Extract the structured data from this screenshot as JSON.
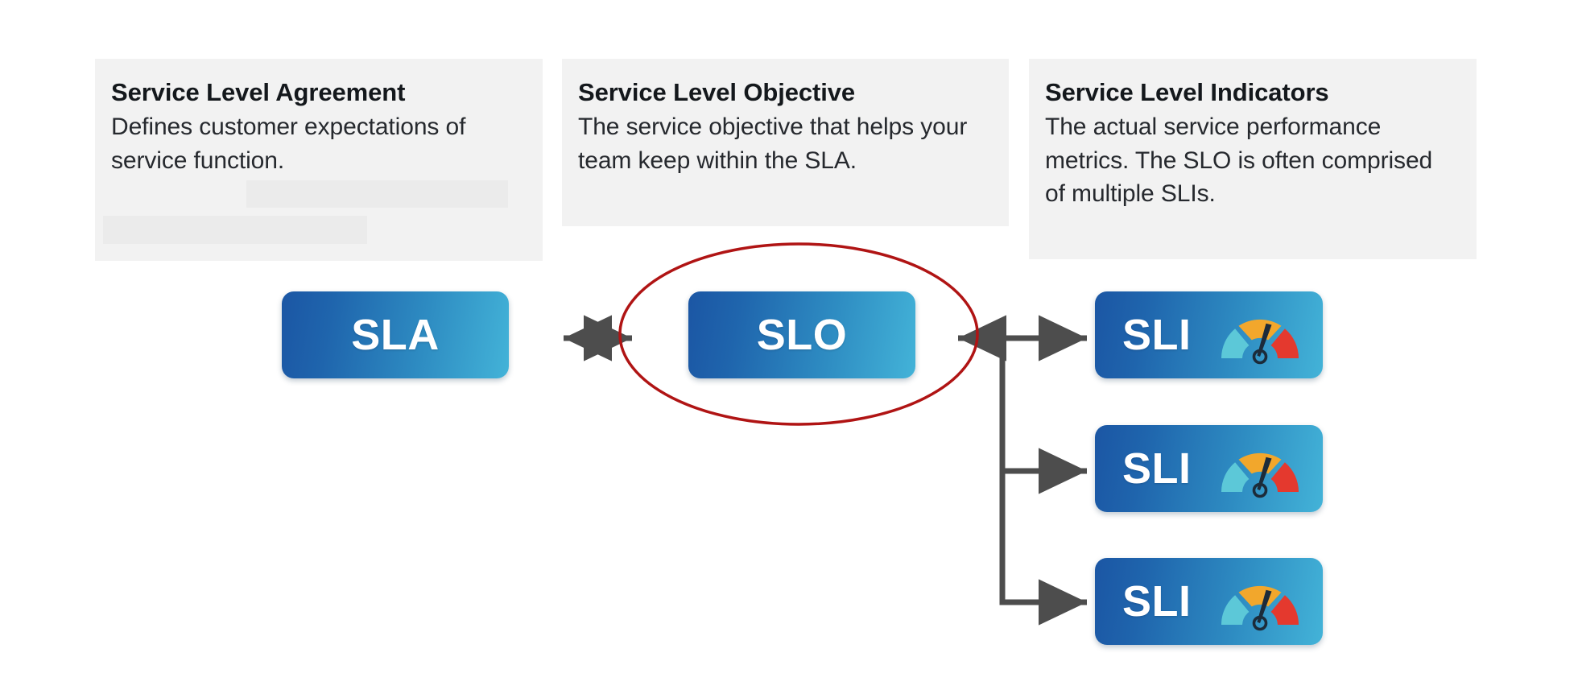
{
  "diagram": {
    "title_concept": "SLA SLO SLI relationship",
    "background_color": "#ffffff",
    "card_background_color": "#f2f2f2",
    "placeholder_color": "#ebebeb",
    "node_gradient_from": "#1b56a4",
    "node_gradient_to": "#43b3d8",
    "arrow_color": "#4d4d4d",
    "highlight_ellipse_color": "#b01414"
  },
  "cards": [
    {
      "key": "sla",
      "title": "Service Level Agreement",
      "body": "Defines customer expectations of service function."
    },
    {
      "key": "slo",
      "title": "Service Level Objective",
      "body": "The service objective that helps your team keep within the SLA."
    },
    {
      "key": "sli",
      "title": "Service Level Indicators",
      "body": "The actual service performance metrics. The SLO is often comprised of multiple SLIs."
    }
  ],
  "nodes": {
    "sla": {
      "label": "SLA"
    },
    "slo": {
      "label": "SLO",
      "highlighted": true
    },
    "sli": [
      {
        "label": "SLI",
        "icon": "gauge-icon"
      },
      {
        "label": "SLI",
        "icon": "gauge-icon"
      },
      {
        "label": "SLI",
        "icon": "gauge-icon"
      }
    ]
  },
  "gauge": {
    "segment_colors": [
      "#5cc8d8",
      "#f2a72c",
      "#e4392e"
    ],
    "needle_color": "#1c2b3a",
    "segments": [
      "low",
      "medium",
      "high"
    ],
    "needle_position": "high"
  },
  "connectors": [
    {
      "from": "SLA",
      "to": "SLO",
      "type": "double-arrow"
    },
    {
      "from": "SLI group",
      "to": "SLO",
      "type": "arrow-left"
    },
    {
      "from": "trunk",
      "to": "SLI 1",
      "type": "arrow-right"
    },
    {
      "from": "trunk",
      "to": "SLI 2",
      "type": "arrow-right"
    },
    {
      "from": "trunk",
      "to": "SLI 3",
      "type": "arrow-right"
    }
  ]
}
